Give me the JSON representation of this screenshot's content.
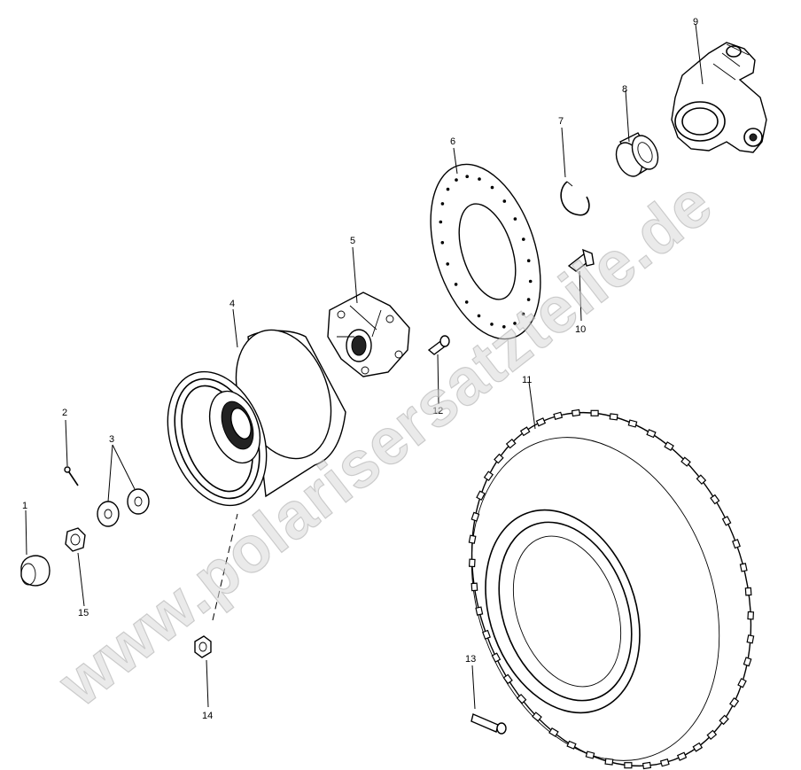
{
  "watermark": "www.polarisersatzteile.de",
  "callouts": [
    {
      "id": "c1",
      "label": "1"
    },
    {
      "id": "c2",
      "label": "2"
    },
    {
      "id": "c3",
      "label": "3"
    },
    {
      "id": "c4",
      "label": "4"
    },
    {
      "id": "c5",
      "label": "5"
    },
    {
      "id": "c6",
      "label": "6"
    },
    {
      "id": "c7",
      "label": "7"
    },
    {
      "id": "c8",
      "label": "8"
    },
    {
      "id": "c9",
      "label": "9"
    },
    {
      "id": "c10",
      "label": "10"
    },
    {
      "id": "c11",
      "label": "11"
    },
    {
      "id": "c12",
      "label": "12"
    },
    {
      "id": "c13",
      "label": "13"
    },
    {
      "id": "c14",
      "label": "14"
    },
    {
      "id": "c15",
      "label": "15"
    }
  ]
}
